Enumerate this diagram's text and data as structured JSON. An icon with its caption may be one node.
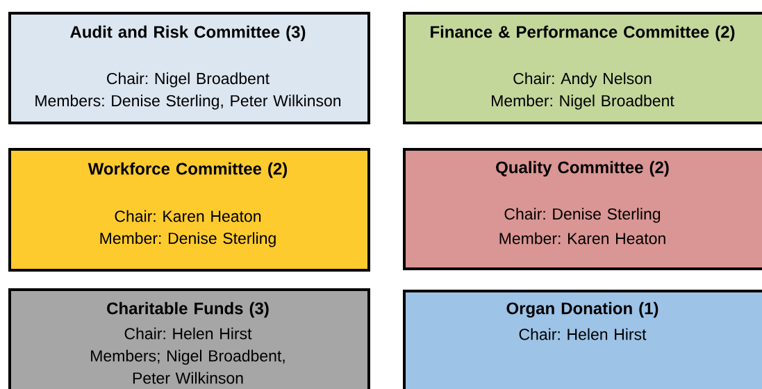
{
  "diagram": {
    "nodes": [
      {
        "text": [
          "Audit and Risk Committee (3)",
          "Chair: Nigel Broadbent",
          "Members: Denise Sterling, Peter Wilkinson"
        ]
      },
      {
        "text": [
          "Finance & Performance Committee (2)",
          "Chair: Andy Nelson",
          "Member: Nigel Broadbent"
        ]
      },
      {
        "text": [
          "Workforce Committee (2)",
          "Chair: Karen Heaton",
          "Member: Denise Sterling"
        ]
      },
      {
        "text": [
          "Quality Committee (2)",
          "Chair: Denise Sterling",
          "Member: Karen Heaton"
        ]
      },
      {
        "text": [
          "Charitable Funds (3)",
          "Chair: Helen Hirst",
          "Members; Nigel Broadbent, Peter Wilkinson"
        ]
      },
      {
        "text": [
          "Organ Donation (1)",
          "Chair: Helen Hirst"
        ]
      }
    ]
  }
}
